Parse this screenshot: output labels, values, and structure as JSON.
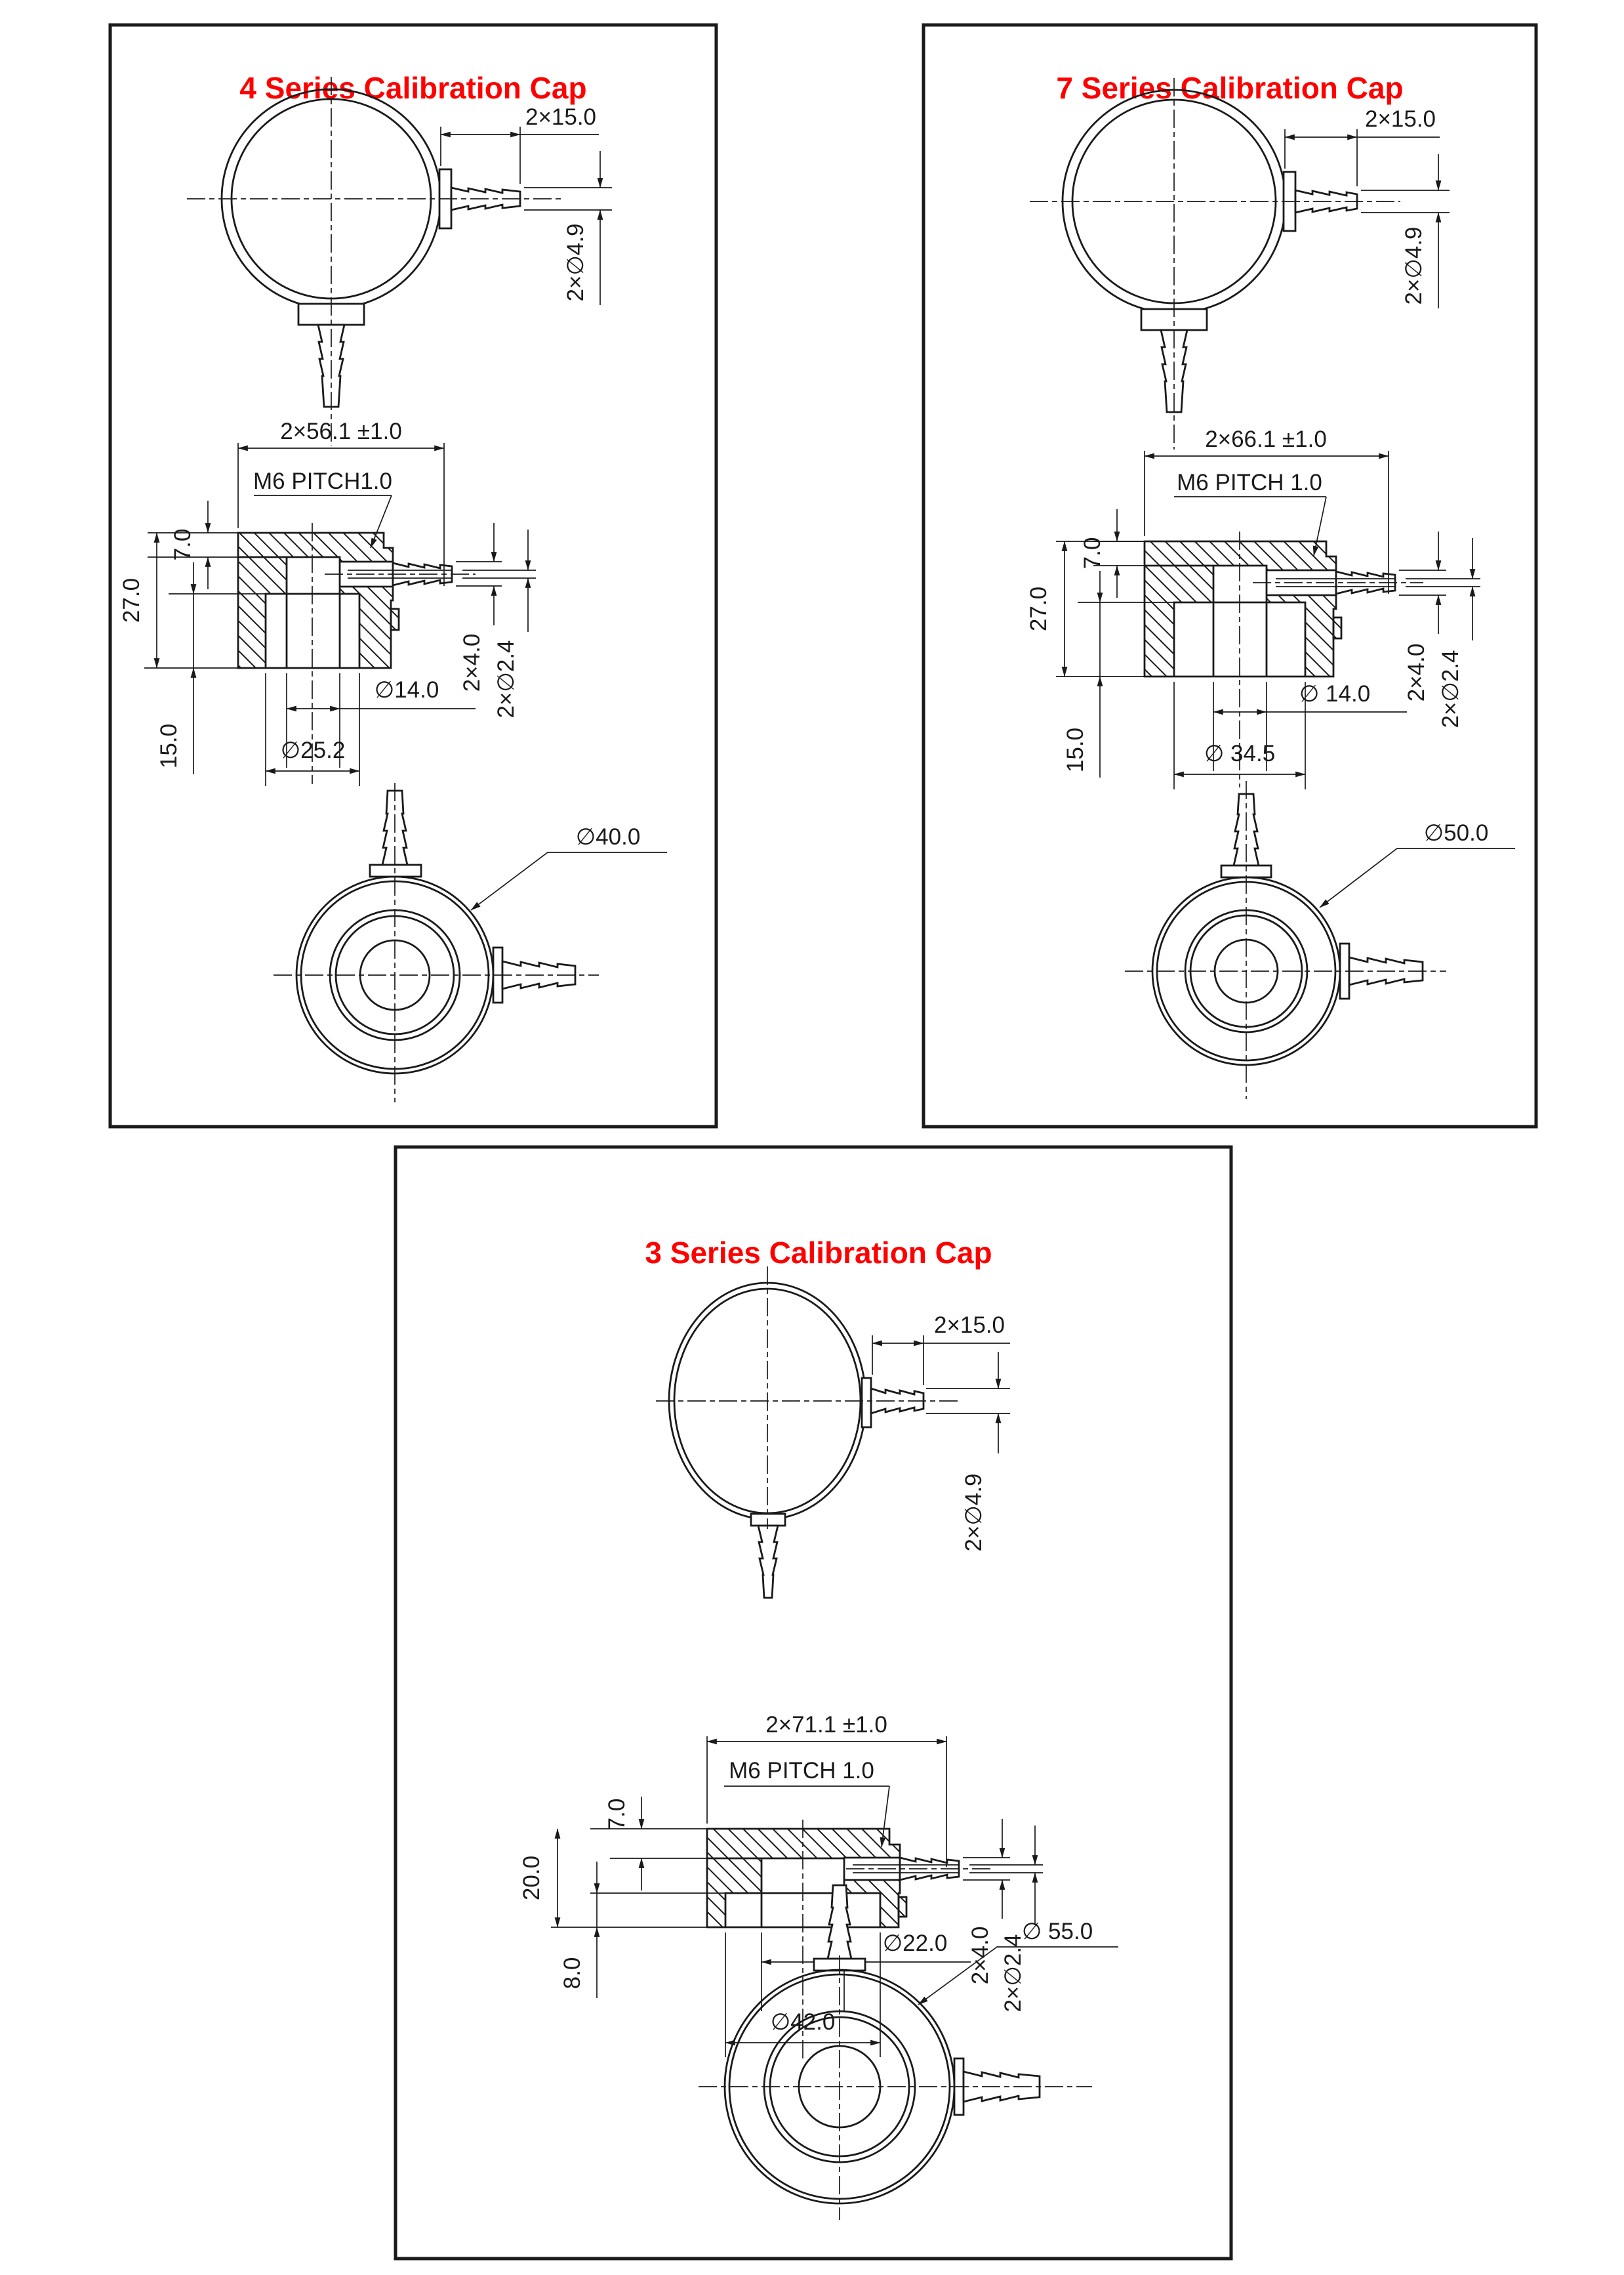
{
  "page": {
    "background_color": "#ffffff",
    "line_color": "#1a1a1a",
    "title_color": "#ff0000"
  },
  "panels": [
    {
      "title": "4 Series Calibration Cap",
      "top_view": {
        "port_length_label": "2×15.0",
        "port_diameter_label": "2×∅4.9"
      },
      "section_view": {
        "overall_width_label": "2×56.1 ±1.0",
        "thread_label": "M6 PITCH1.0",
        "top_thickness_label": "7.0",
        "overall_height_label": "27.0",
        "skirt_depth_label": "15.0",
        "bore_diameter_label": "∅14.0",
        "skirt_inner_diameter_label": "∅25.2",
        "port_base_label": "2×4.0",
        "port_bore_label": "2×∅2.4"
      },
      "bottom_view": {
        "outer_diameter_label": "∅40.0"
      }
    },
    {
      "title": "7 Series Calibration Cap",
      "top_view": {
        "port_length_label": "2×15.0",
        "port_diameter_label": "2×∅4.9"
      },
      "section_view": {
        "overall_width_label": "2×66.1 ±1.0",
        "thread_label": "M6 PITCH 1.0",
        "top_thickness_label": "7.0",
        "overall_height_label": "27.0",
        "skirt_depth_label": "15.0",
        "bore_diameter_label": "∅ 14.0",
        "skirt_inner_diameter_label": "∅ 34.5",
        "port_base_label": "2×4.0",
        "port_bore_label": "2×∅2.4"
      },
      "bottom_view": {
        "outer_diameter_label": "∅50.0"
      }
    },
    {
      "title": "3 Series Calibration Cap",
      "top_view": {
        "port_length_label": "2×15.0",
        "port_diameter_label": "2×∅4.9"
      },
      "section_view": {
        "overall_width_label": "2×71.1 ±1.0",
        "thread_label": "M6 PITCH 1.0",
        "top_thickness_label": "7.0",
        "overall_height_label": "20.0",
        "skirt_depth_label": "8.0",
        "bore_diameter_label": "∅22.0",
        "skirt_inner_diameter_label": "∅42.0",
        "port_base_label": "2×4.0",
        "port_bore_label": "2×∅2.4"
      },
      "bottom_view": {
        "outer_diameter_label": "∅ 55.0"
      }
    }
  ]
}
